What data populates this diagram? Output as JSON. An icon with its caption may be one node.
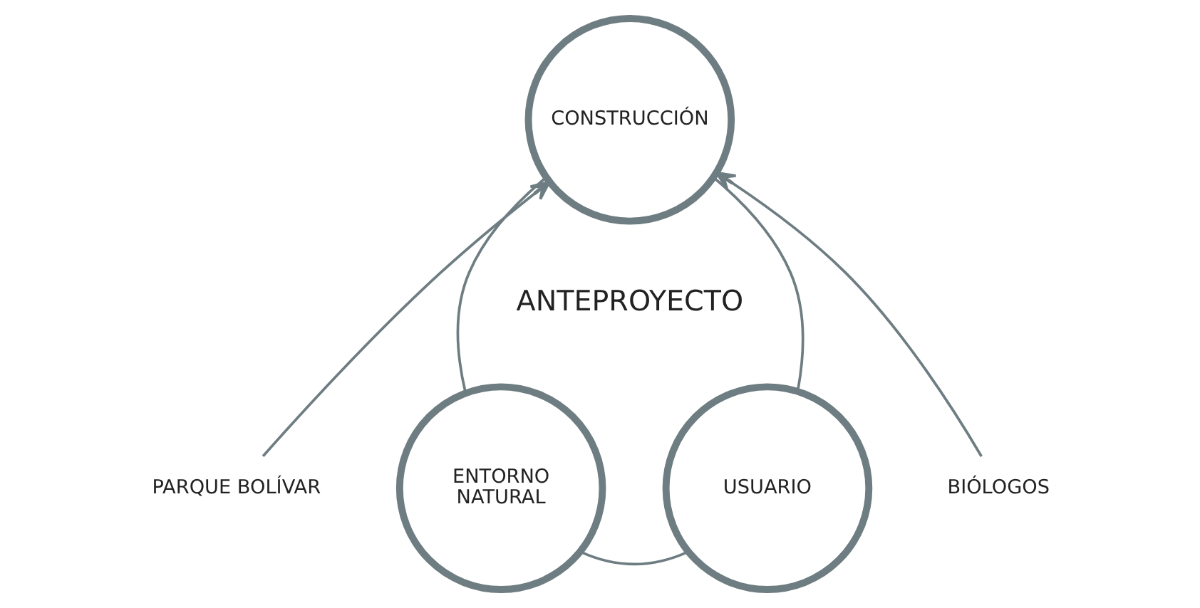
{
  "diagram": {
    "nodes": [
      {
        "text": [
          "CONSTRUCCIÓN"
        ]
      },
      {
        "text": [
          "ENTORNO NATURAL"
        ]
      },
      {
        "text": [
          "USUARIO"
        ]
      },
      {
        "text": [
          "PARQUE BOLÍVAR"
        ]
      },
      {
        "text": [
          "BIÓLOGOS"
        ]
      }
    ],
    "edges": [
      {
        "from": 0,
        "to": 1,
        "arrow": "none"
      },
      {
        "from": 0,
        "to": 2,
        "arrow": "none"
      },
      {
        "from": 1,
        "to": 2,
        "arrow": "none"
      },
      {
        "from": 3,
        "to": 0,
        "arrow": "to"
      },
      {
        "from": 4,
        "to": 0,
        "arrow": "to"
      }
    ],
    "labels": [
      "ANTEPROYECTO"
    ]
  }
}
